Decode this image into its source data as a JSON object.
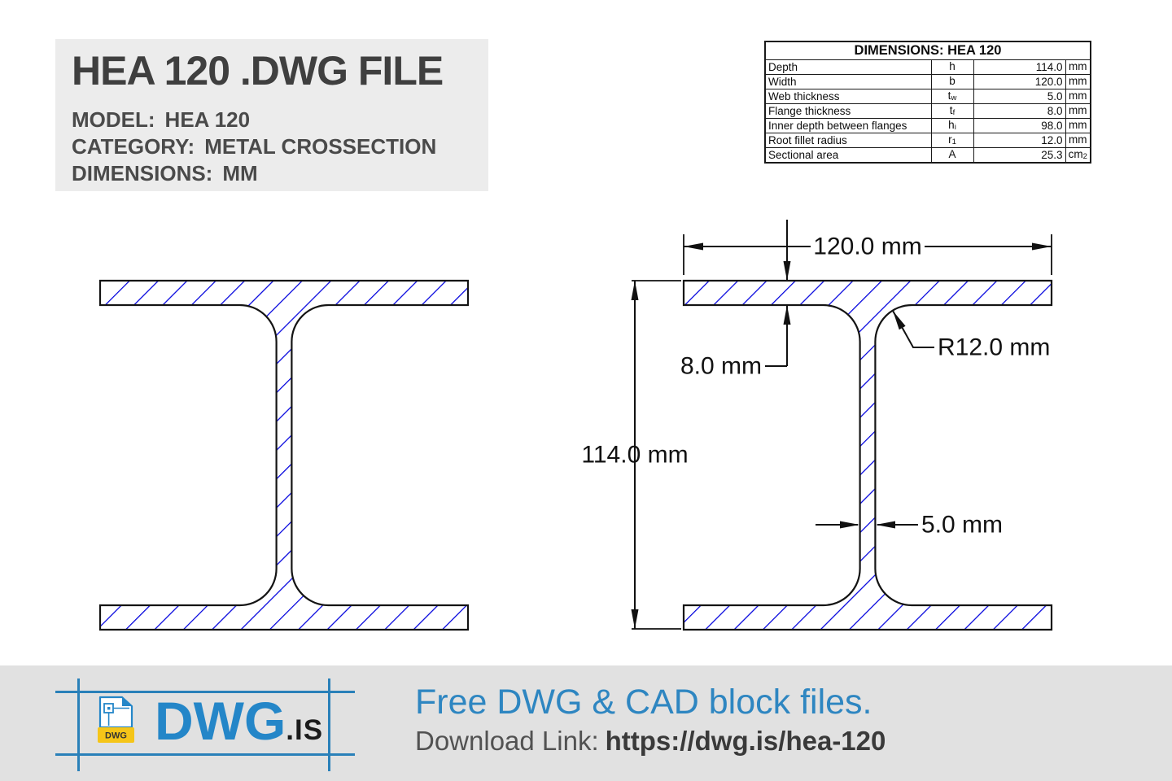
{
  "header": {
    "title": "HEA 120 .DWG FILE",
    "model_label": "MODEL:",
    "model_value": "HEA 120",
    "category_label": "CATEGORY:",
    "category_value": "METAL CROSSECTION",
    "dimensions_label": "DIMENSIONS:",
    "dimensions_value": "MM"
  },
  "table": {
    "title": "DIMENSIONS: HEA 120",
    "rows": [
      {
        "label": "Depth",
        "sym": "h",
        "sub": "",
        "value": "114.0",
        "unit": "mm",
        "unit_sub": ""
      },
      {
        "label": "Width",
        "sym": "b",
        "sub": "",
        "value": "120.0",
        "unit": "mm",
        "unit_sub": ""
      },
      {
        "label": "Web thickness",
        "sym": "t",
        "sub": "w",
        "value": "5.0",
        "unit": "mm",
        "unit_sub": ""
      },
      {
        "label": "Flange thickness",
        "sym": "t",
        "sub": "f",
        "value": "8.0",
        "unit": "mm",
        "unit_sub": ""
      },
      {
        "label": "Inner depth between flanges",
        "sym": "h",
        "sub": "i",
        "value": "98.0",
        "unit": "mm",
        "unit_sub": ""
      },
      {
        "label": "Root fillet radius",
        "sym": "r",
        "sub": "1",
        "value": "12.0",
        "unit": "mm",
        "unit_sub": ""
      },
      {
        "label": "Sectional area",
        "sym": "A",
        "sub": "",
        "value": "25.3",
        "unit": "cm",
        "unit_sub": "2"
      }
    ]
  },
  "drawing": {
    "width_label": "120.0 mm",
    "depth_label": "114.0 mm",
    "flange_label": "8.0 mm",
    "radius_label": "R12.0 mm",
    "web_label": "5.0 mm"
  },
  "footer": {
    "logo_text": "DWG",
    "logo_suffix": ".IS",
    "logo_icon_label": "DWG",
    "tagline": "Free DWG & CAD block files.",
    "download_label": "Download Link:",
    "download_url": "https://dwg.is/hea-120"
  },
  "colors": {
    "hatch": "#0000dd",
    "outline": "#141414",
    "dim": "#111111",
    "accent": "#2980b9",
    "logo_blue": "#2486c8",
    "tagline_blue": "#2e86c1",
    "footer_bg": "#e1e1e1",
    "card_bg": "#ececec",
    "text_dark": "#3f3f3f",
    "text_medium": "#4a4a4a",
    "table_border": "#1a1a1a",
    "icon_yellow": "#f5c518"
  }
}
